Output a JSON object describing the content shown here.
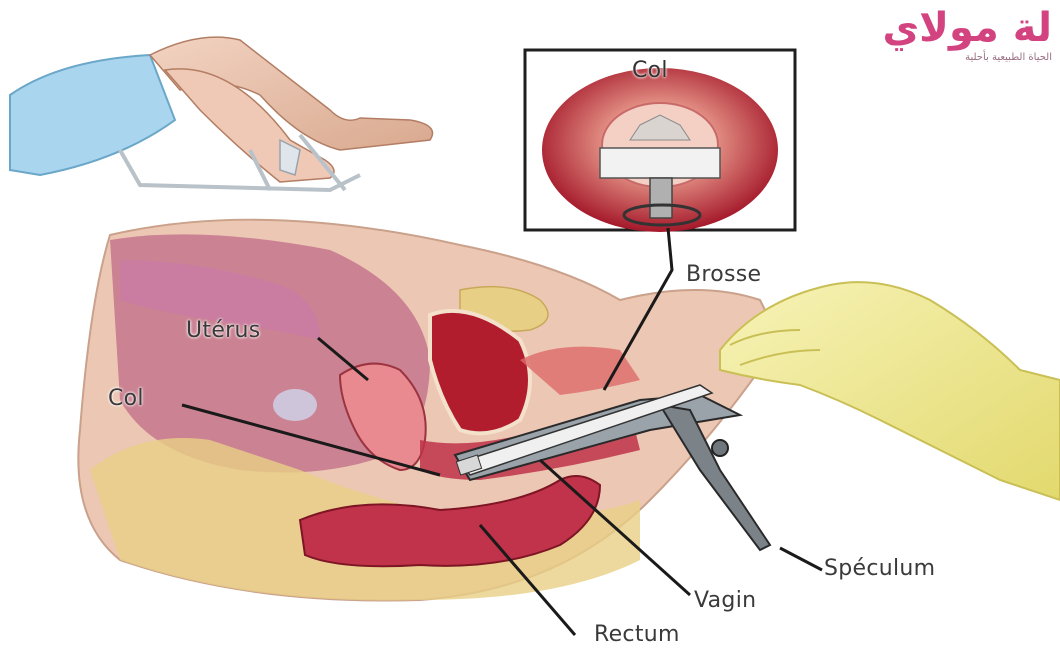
{
  "logo": {
    "text": "لة مولاي",
    "subtitle": "الحياة الطبيعية بأحلية"
  },
  "labels": {
    "inset_col": "Col",
    "brosse": "Brosse",
    "uterus": "Utérus",
    "col": "Col",
    "speculum": "Spéculum",
    "vagin": "Vagin",
    "rectum": "Rectum"
  },
  "colors": {
    "brand": "#d2437f",
    "glove": "#f1ec9a",
    "skin": "#ecc7b3",
    "tissue": "#c0334a",
    "bone": "#e8cf86",
    "gown": "#a9d5ef",
    "outline": "#1f1f1f"
  }
}
